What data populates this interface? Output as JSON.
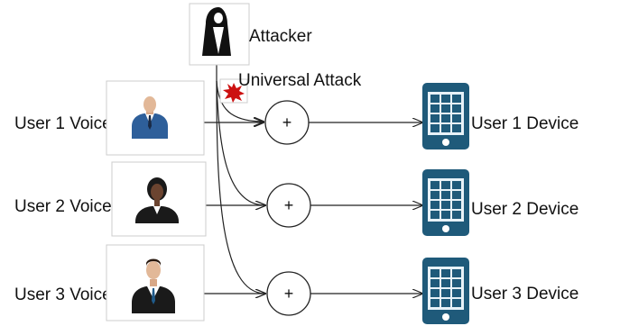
{
  "attacker": {
    "label": "Attacker",
    "icon": "hooded-attacker-icon"
  },
  "attack": {
    "label": "Universal Attack",
    "icon": "virus-splat-icon",
    "color": "#cc1111"
  },
  "mixer_symbol": "+",
  "device_color": "#1f5a7a",
  "users": [
    {
      "voice_label": "User 1 Voice",
      "device_label": "User 1 Device",
      "avatar": "businessman-icon"
    },
    {
      "voice_label": "User 2 Voice",
      "device_label": "User 2 Device",
      "avatar": "businesswoman-icon"
    },
    {
      "voice_label": "User 3 Voice",
      "device_label": "User 3 Device",
      "avatar": "businessman-icon"
    }
  ]
}
